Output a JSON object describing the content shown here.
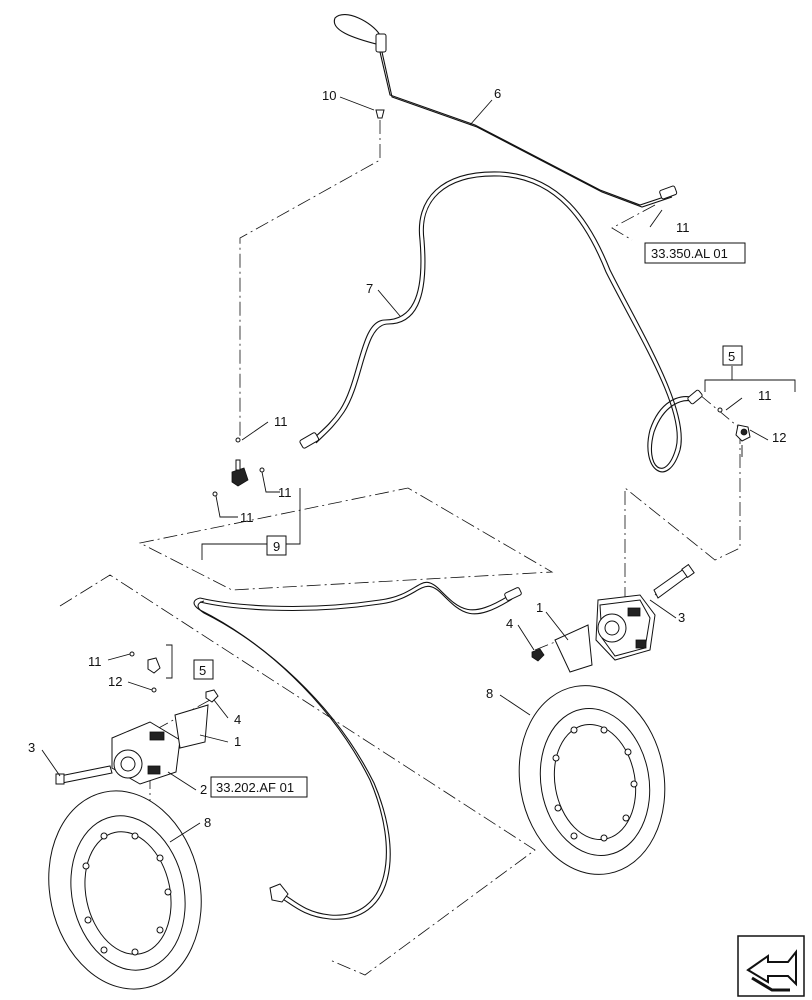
{
  "callouts": {
    "c1a": "1",
    "c1b": "1",
    "c2": "2",
    "c3a": "3",
    "c3b": "3",
    "c4a": "4",
    "c4b": "4",
    "c5a": "5",
    "c5b": "5",
    "c6": "6",
    "c7": "7",
    "c8a": "8",
    "c8b": "8",
    "c9": "9",
    "c10": "10",
    "c11a": "11",
    "c11b": "11",
    "c11c": "11",
    "c11d": "11",
    "c11e": "11",
    "c11f": "11",
    "c12a": "12",
    "c12b": "12"
  },
  "references": {
    "ref_lines": "33.350.AL 01",
    "ref_caliper": "33.202.AF 01"
  },
  "icons": {
    "nav": "next-page-arrow-icon"
  }
}
